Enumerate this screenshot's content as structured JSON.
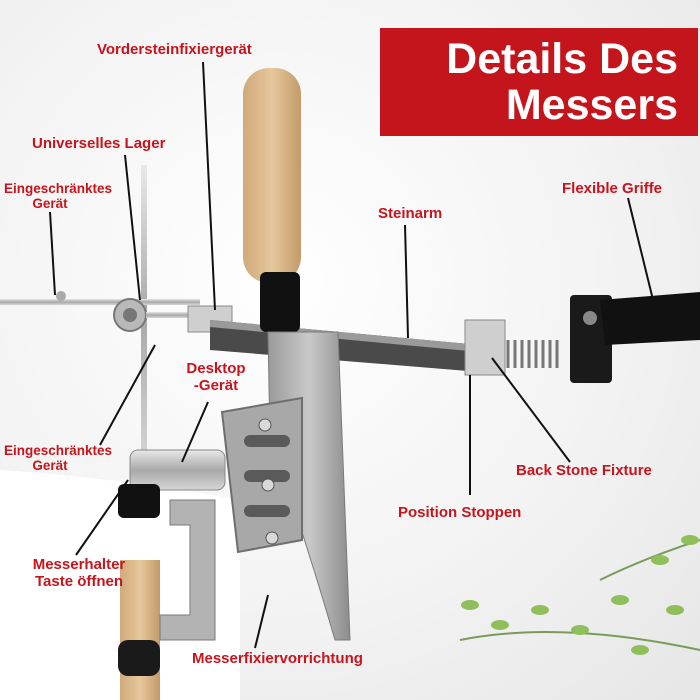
{
  "title": {
    "line1": "Details Des",
    "line2": "Messers"
  },
  "labels": {
    "vordersteinfixiergeraet": "Vordersteinfixiergerät",
    "universelles_lager": "Universelles Lager",
    "eingeschraenktes_geraet_top_1": "Eingeschränktes",
    "eingeschraenktes_geraet_top_2": "Gerät",
    "steinarm": "Steinarm",
    "flexible_griffe": "Flexible Griffe",
    "desktop_geraet_1": "Desktop",
    "desktop_geraet_2": "-Gerät",
    "eingeschraenktes_geraet_bottom_1": "Eingeschränktes",
    "eingeschraenktes_geraet_bottom_2": "Gerät",
    "back_stone_fixture": "Back Stone Fixture",
    "position_stoppen": "Position Stoppen",
    "messerhalter_1": "Messerhalter",
    "messerhalter_2": "Taste öffnen",
    "messerfixiervorrichtung": "Messerfixiervorrichtung"
  },
  "colors": {
    "accent_red": "#c4151c",
    "label_red": "#c8141c",
    "leader_line": "#111111"
  }
}
